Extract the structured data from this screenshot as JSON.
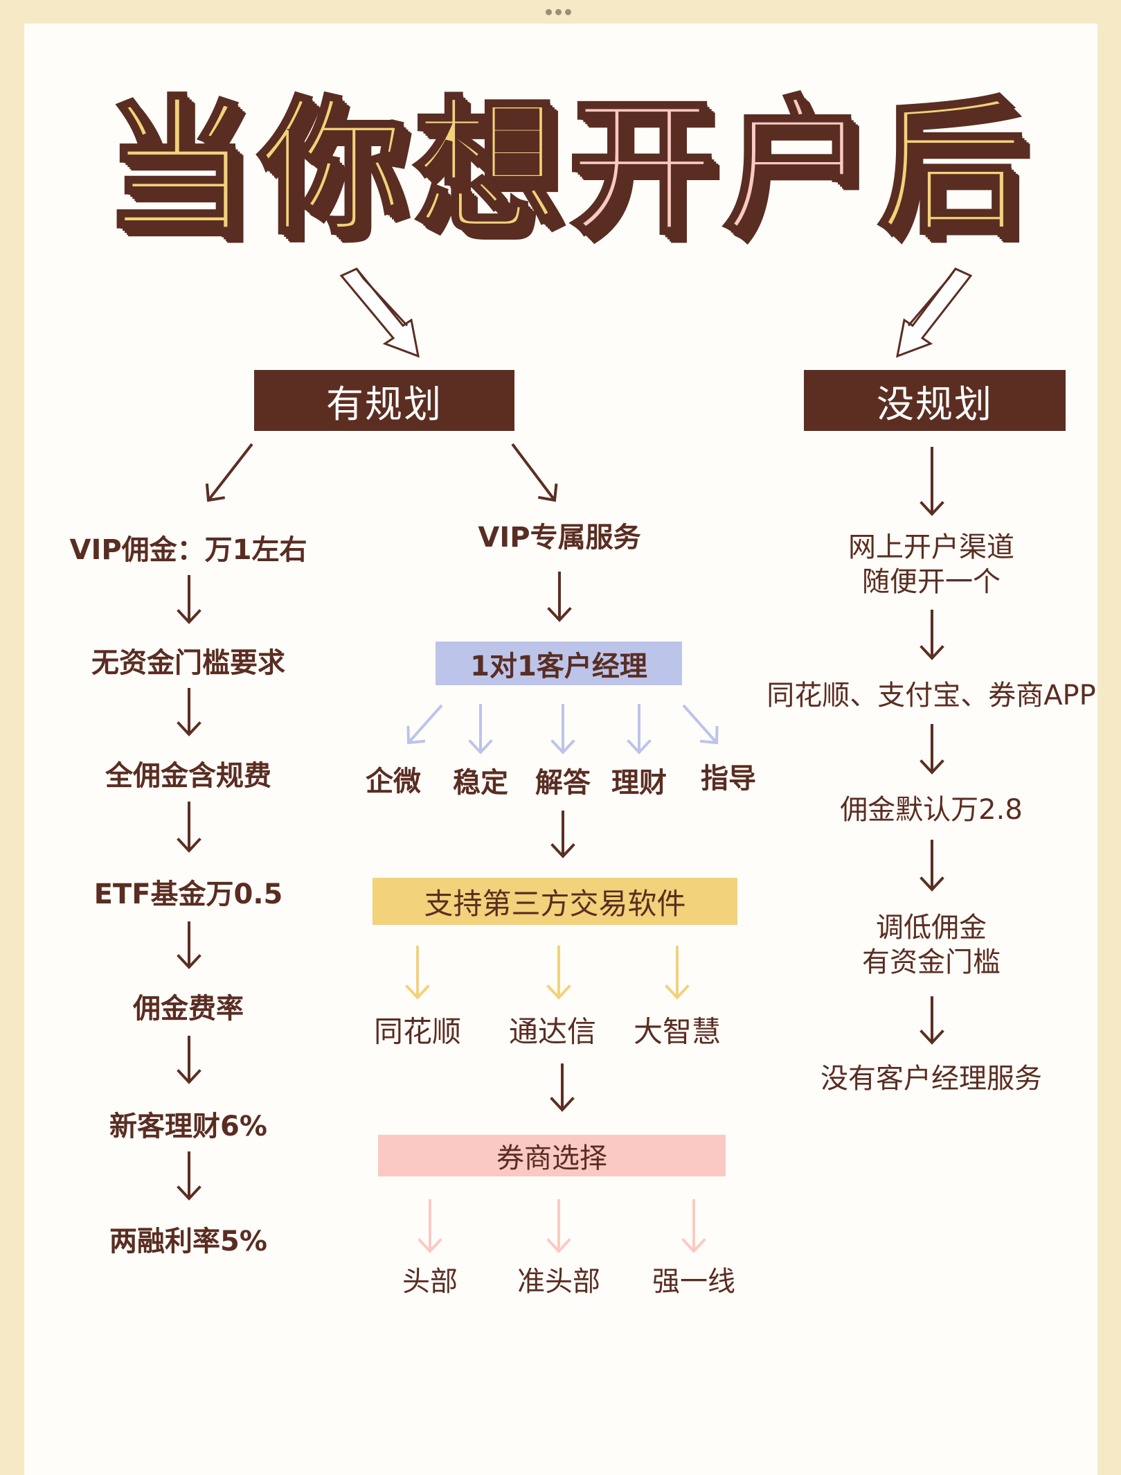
{
  "title": {
    "part1": [
      "当",
      "你",
      "想"
    ],
    "part2": [
      "开",
      "户"
    ],
    "part3": [
      "后"
    ]
  },
  "colors": {
    "brown": "#5c2e22",
    "yellow": "#f2d27a",
    "pink": "#fbc9c3",
    "blue": "#bcc4ea",
    "background": "#f6e9c6"
  },
  "planned": {
    "header": "有规划",
    "left_chain": [
      "VIP佣金：万1左右",
      "无资金门槛要求",
      "全佣金含规费",
      "ETF基金万0.5",
      "佣金费率",
      "新客理财6%",
      "两融利率5%"
    ],
    "vip_service": "VIP专属服务",
    "manager_box": "1对1客户经理",
    "manager_items": [
      "企微",
      "稳定",
      "解答",
      "理财",
      "指导"
    ],
    "software_box": "支持第三方交易软件",
    "software_items": [
      "同花顺",
      "通达信",
      "大智慧"
    ],
    "broker_box": "券商选择",
    "broker_items": [
      "头部",
      "准头部",
      "强一线"
    ]
  },
  "unplanned": {
    "header": "没规划",
    "chain": [
      {
        "l1": "网上开户渠道",
        "l2": "随便开一个"
      },
      {
        "l1": "同花顺、支付宝、券商APP"
      },
      {
        "l1": "佣金默认万2.8"
      },
      {
        "l1": "调低佣金",
        "l2": "有资金门槛"
      },
      {
        "l1": "没有客户经理服务"
      }
    ]
  }
}
